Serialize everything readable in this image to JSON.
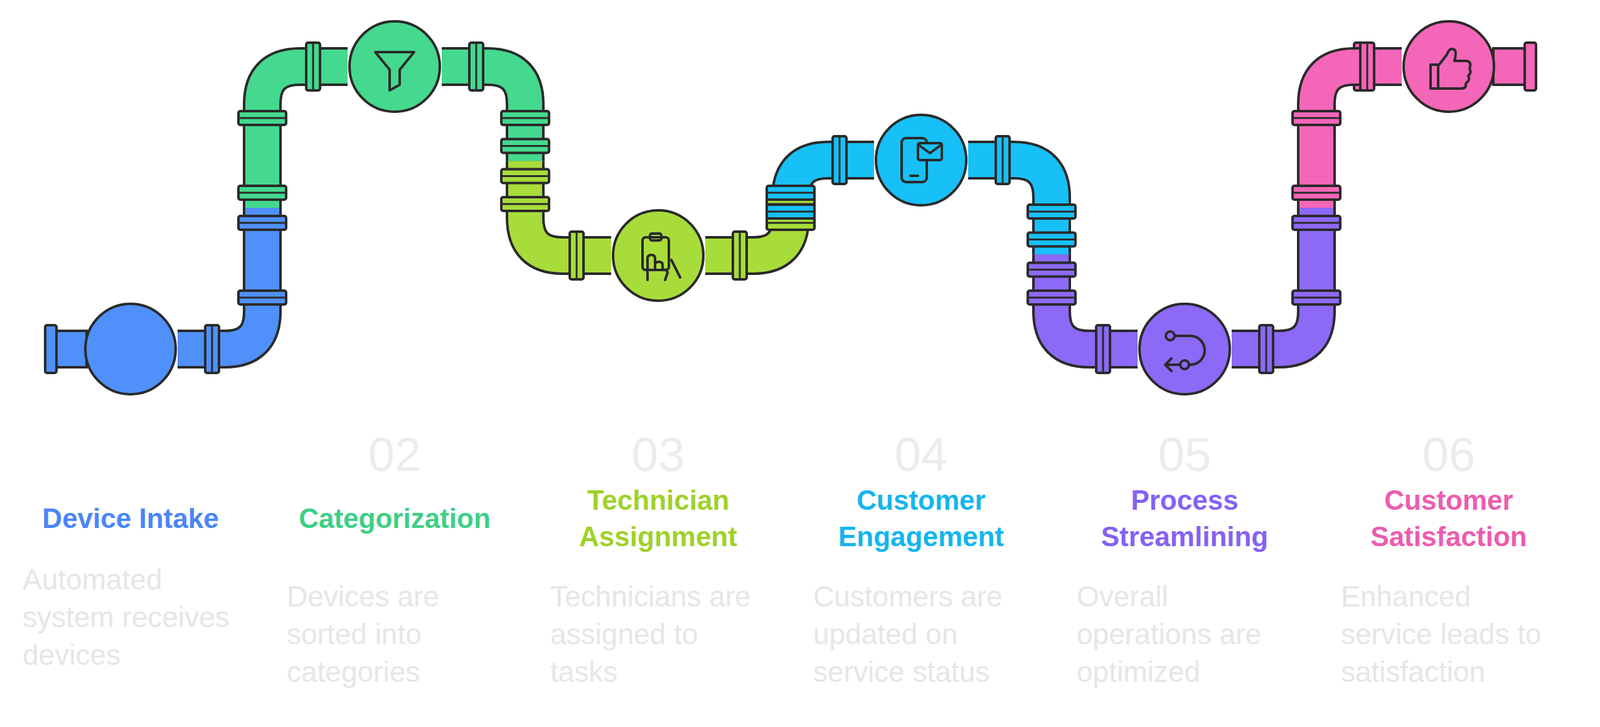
{
  "diagram": {
    "nodes": [
      {
        "text": [
          "Device Intake",
          "Automated system receives devices"
        ]
      },
      {
        "text": [
          "Categorization",
          "Devices are sorted into categories"
        ]
      },
      {
        "text": [
          "Technician Assignment",
          "Technicians are assigned to tasks"
        ]
      },
      {
        "text": [
          "Customer Engagement",
          "Customers are updated on service status"
        ]
      },
      {
        "text": [
          "Process Streamlining",
          "Overall operations are optimized"
        ]
      },
      {
        "text": [
          "Customer Satisfaction",
          "Enhanced service leads to satisfaction"
        ]
      }
    ],
    "edges": [
      {
        "from": 0,
        "to": 1,
        "arrow": "none"
      },
      {
        "from": 1,
        "to": 2,
        "arrow": "none"
      },
      {
        "from": 2,
        "to": 3,
        "arrow": "none"
      },
      {
        "from": 3,
        "to": 4,
        "arrow": "none"
      },
      {
        "from": 4,
        "to": 5,
        "arrow": "none"
      }
    ],
    "labels": [
      "02",
      "03",
      "04",
      "05",
      "06"
    ]
  }
}
